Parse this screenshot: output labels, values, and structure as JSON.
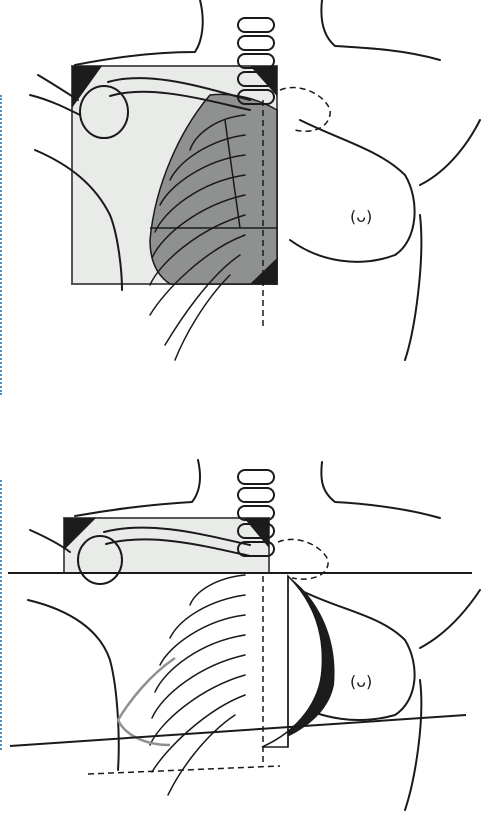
{
  "figure": {
    "panels": [
      {
        "id": "top",
        "label": ""
      },
      {
        "id": "bottom",
        "label": ""
      }
    ],
    "nipple_symbol": "(ᴗ)",
    "colors": {
      "field_fill": "#e8ebe8",
      "lung_fill": "#8f9190",
      "block_black": "#1c1c1c",
      "outline": "#1a1a1a",
      "accent_dotted": "#4a90c8"
    }
  }
}
